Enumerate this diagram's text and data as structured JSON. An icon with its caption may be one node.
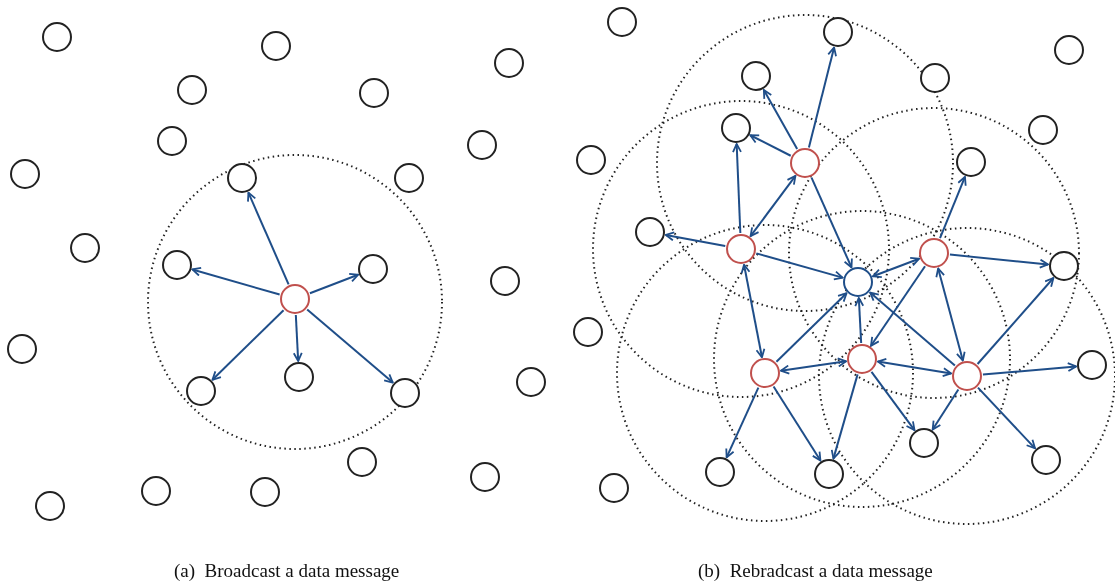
{
  "diagram": {
    "nodes": [
      {
        "text": [],
        "shape": "circle"
      },
      {
        "text": [],
        "shape": "circle"
      },
      {
        "text": [],
        "shape": "circle"
      },
      {
        "text": [],
        "shape": "circle"
      },
      {
        "text": [],
        "shape": "circle"
      },
      {
        "text": [],
        "shape": "circle"
      },
      {
        "text": [],
        "shape": "circle"
      },
      {
        "text": [],
        "shape": "circle"
      },
      {
        "text": [],
        "shape": "circle"
      },
      {
        "text": [],
        "shape": "circle"
      },
      {
        "text": [],
        "shape": "circle"
      },
      {
        "text": [],
        "shape": "circle"
      },
      {
        "text": [],
        "shape": "circle"
      },
      {
        "text": [],
        "shape": "circle"
      },
      {
        "text": [],
        "shape": "circle"
      },
      {
        "text": [],
        "shape": "circle"
      },
      {
        "text": [],
        "shape": "circle"
      },
      {
        "text": [],
        "shape": "circle"
      },
      {
        "text": [],
        "shape": "circle"
      },
      {
        "text": [],
        "shape": "circle"
      },
      {
        "text": [],
        "shape": "circle"
      },
      {
        "text": [],
        "shape": "circle"
      },
      {
        "text": [],
        "shape": "circle"
      },
      {
        "text": [],
        "shape": "circle"
      },
      {
        "text": [],
        "shape": "circle"
      },
      {
        "text": [],
        "shape": "circle"
      },
      {
        "text": [],
        "shape": "circle"
      },
      {
        "text": [],
        "shape": "circle"
      },
      {
        "text": [],
        "shape": "circle"
      },
      {
        "text": [],
        "shape": "circle"
      },
      {
        "text": [],
        "shape": "circle"
      },
      {
        "text": [],
        "shape": "circle"
      },
      {
        "text": [],
        "shape": "circle"
      },
      {
        "text": [],
        "shape": "circle"
      },
      {
        "text": [],
        "shape": "circle"
      },
      {
        "text": [],
        "shape": "circle"
      },
      {
        "text": [],
        "shape": "circle"
      },
      {
        "text": [],
        "shape": "circle"
      },
      {
        "text": [],
        "shape": "circle"
      },
      {
        "text": [],
        "shape": "circle"
      },
      {
        "text": [],
        "shape": "circle"
      },
      {
        "text": [],
        "shape": "circle"
      },
      {
        "text": [],
        "shape": "circle"
      },
      {
        "text": [],
        "shape": "circle"
      },
      {
        "text": [],
        "shape": "circle"
      },
      {
        "text": [],
        "shape": "circle"
      },
      {
        "text": [],
        "shape": "circle"
      },
      {
        "text": [],
        "shape": "circle"
      },
      {
        "text": [],
        "shape": "circle"
      },
      {
        "text": [],
        "shape": "circle"
      }
    ],
    "edges": [
      {
        "from": 13,
        "to": 9,
        "arrow": "to"
      },
      {
        "from": 13,
        "to": 11,
        "arrow": "to"
      },
      {
        "from": 13,
        "to": 12,
        "arrow": "to"
      },
      {
        "from": 13,
        "to": 16,
        "arrow": "to"
      },
      {
        "from": 13,
        "to": 17,
        "arrow": "to"
      },
      {
        "from": 13,
        "to": 18,
        "arrow": "to"
      },
      {
        "from": 33,
        "to": 26,
        "arrow": "to"
      },
      {
        "from": 33,
        "to": 28,
        "arrow": "to"
      },
      {
        "from": 33,
        "to": 30,
        "arrow": "to"
      },
      {
        "from": 33,
        "to": 36,
        "arrow": "both"
      },
      {
        "from": 33,
        "to": 39,
        "arrow": "to"
      },
      {
        "from": 36,
        "to": 30,
        "arrow": "to"
      },
      {
        "from": 36,
        "to": 35,
        "arrow": "to"
      },
      {
        "from": 36,
        "to": 39,
        "arrow": "to"
      },
      {
        "from": 36,
        "to": 41,
        "arrow": "both"
      },
      {
        "from": 37,
        "to": 34,
        "arrow": "to"
      },
      {
        "from": 37,
        "to": 38,
        "arrow": "to"
      },
      {
        "from": 37,
        "to": 39,
        "arrow": "both"
      },
      {
        "from": 37,
        "to": 42,
        "arrow": "to"
      },
      {
        "from": 37,
        "to": 43,
        "arrow": "both"
      },
      {
        "from": 41,
        "to": 39,
        "arrow": "to"
      },
      {
        "from": 41,
        "to": 42,
        "arrow": "both"
      },
      {
        "from": 41,
        "to": 46,
        "arrow": "to"
      },
      {
        "from": 41,
        "to": 47,
        "arrow": "to"
      },
      {
        "from": 42,
        "to": 39,
        "arrow": "to"
      },
      {
        "from": 42,
        "to": 47,
        "arrow": "to"
      },
      {
        "from": 42,
        "to": 45,
        "arrow": "to"
      },
      {
        "from": 42,
        "to": 43,
        "arrow": "both"
      },
      {
        "from": 43,
        "to": 39,
        "arrow": "to"
      },
      {
        "from": 43,
        "to": 38,
        "arrow": "to"
      },
      {
        "from": 43,
        "to": 44,
        "arrow": "to"
      },
      {
        "from": 43,
        "to": 45,
        "arrow": "to"
      },
      {
        "from": 43,
        "to": 48,
        "arrow": "to"
      }
    ],
    "labels": [
      "(a)  Broadcast a data message",
      "(b)  Rebradcast a data message"
    ]
  }
}
